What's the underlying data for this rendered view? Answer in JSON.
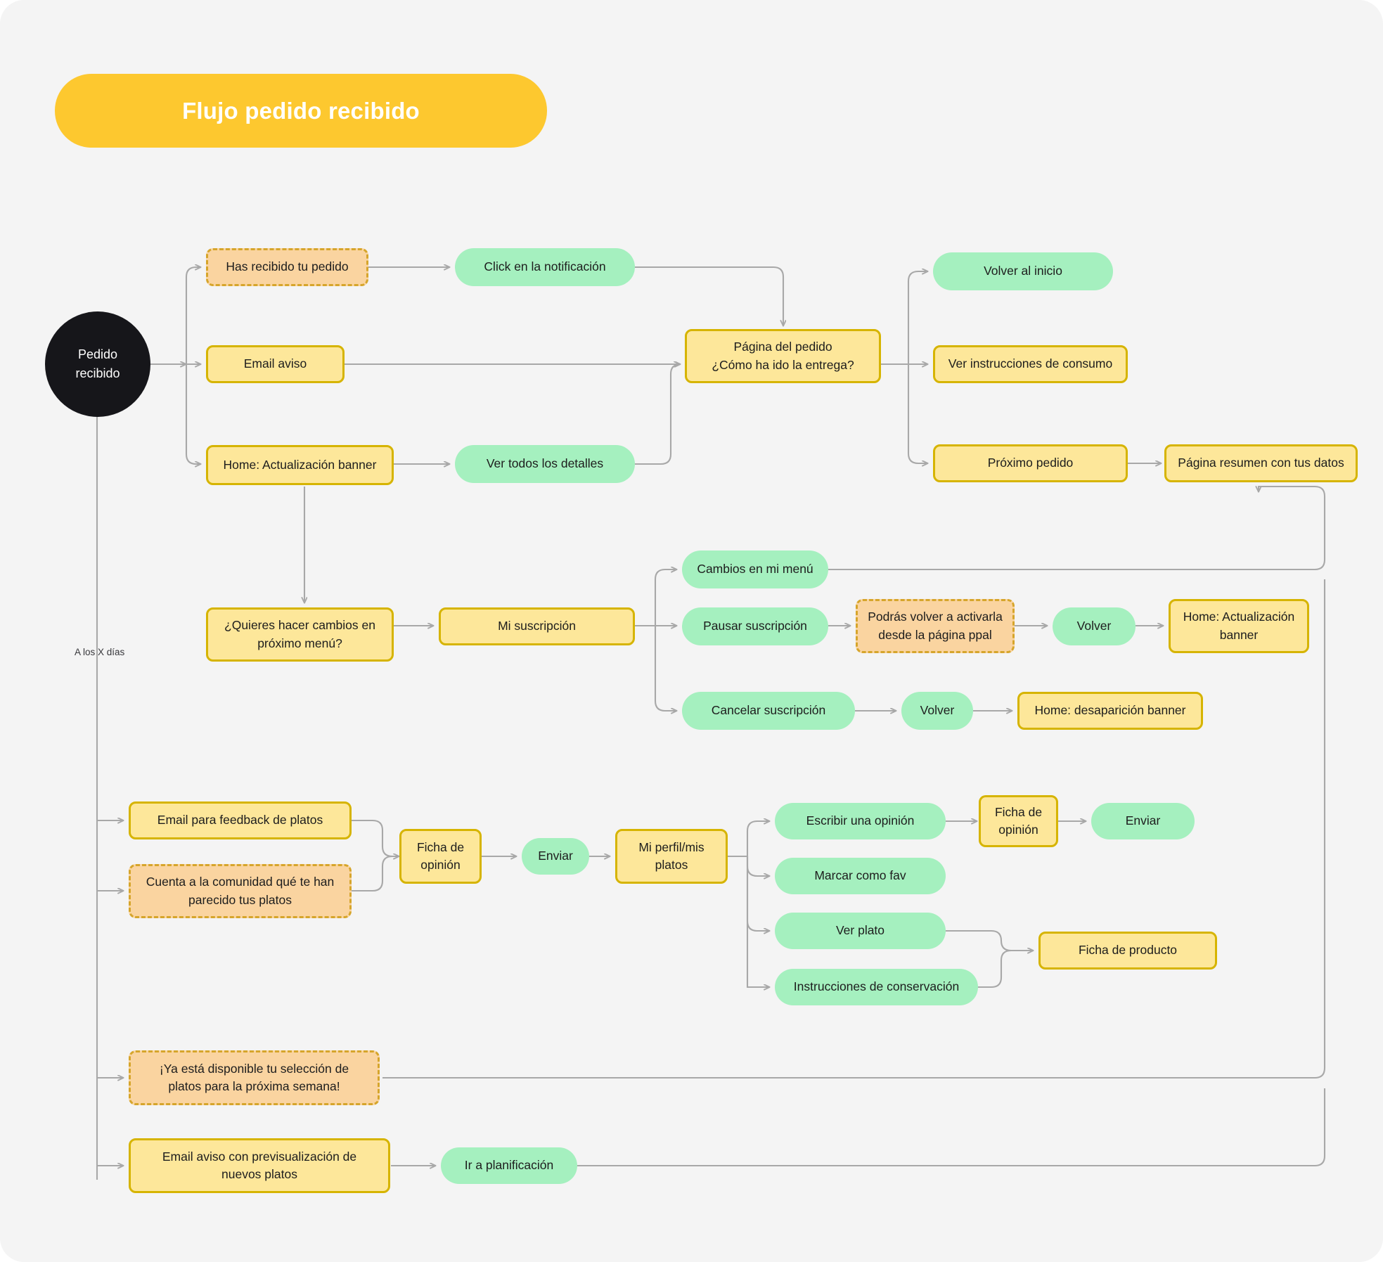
{
  "title": {
    "label": "Flujo pedido recibido"
  },
  "labels": {
    "delay": "A los X días"
  },
  "nodes": {
    "start": {
      "line1": "Pedido",
      "line2": "recibido"
    },
    "has_recibido": {
      "label": "Has recibido tu pedido"
    },
    "click_notificacion": {
      "label": "Click en la notificación"
    },
    "email_aviso": {
      "label": "Email aviso"
    },
    "home_banner": {
      "label": "Home: Actualización banner"
    },
    "ver_detalles": {
      "label": "Ver todos los detalles"
    },
    "pagina_pedido": {
      "line1": "Página del pedido",
      "line2": "¿Cómo ha ido la entrega?"
    },
    "volver_inicio": {
      "label": "Volver al inicio"
    },
    "ver_instrucciones": {
      "label": "Ver instrucciones de consumo"
    },
    "proximo_pedido": {
      "label": "Próximo pedido"
    },
    "pagina_resumen": {
      "label": "Página resumen con tus datos"
    },
    "quieres_cambios": {
      "line1": "¿Quieres hacer cambios en",
      "line2": "próximo menú?"
    },
    "mi_suscripcion": {
      "label": "Mi suscripción"
    },
    "cambios_menu": {
      "label": "Cambios en mi menú"
    },
    "pausar_suscripcion": {
      "label": "Pausar suscripción"
    },
    "podras_volver": {
      "line1": "Podrás volver a activarla",
      "line2": "desde la página ppal"
    },
    "volver_pausar": {
      "label": "Volver"
    },
    "home_banner_2": {
      "line1": "Home: Actualización",
      "line2": "banner"
    },
    "cancelar_suscripcion": {
      "label": "Cancelar suscripción"
    },
    "volver_cancelar": {
      "label": "Volver"
    },
    "home_desaparicion": {
      "label": "Home: desaparición banner"
    },
    "email_feedback": {
      "label": "Email para feedback de platos"
    },
    "cuenta_comunidad": {
      "line1": "Cuenta a la comunidad qué te han",
      "line2": "parecido tus platos"
    },
    "ficha_opinion_1": {
      "line1": "Ficha de",
      "line2": "opinión"
    },
    "enviar_1": {
      "label": "Enviar"
    },
    "mi_perfil": {
      "line1": "Mi perfil/mis",
      "line2": "platos"
    },
    "escribir_opinion": {
      "label": "Escribir una opinión"
    },
    "ficha_opinion_2": {
      "line1": "Ficha de",
      "line2": "opinión"
    },
    "enviar_2": {
      "label": "Enviar"
    },
    "marcar_fav": {
      "label": "Marcar como fav"
    },
    "ver_plato": {
      "label": "Ver plato"
    },
    "instrucciones_conservacion": {
      "label": "Instrucciones de conservación"
    },
    "ficha_producto": {
      "label": "Ficha de producto"
    },
    "ya_disponible": {
      "line1": "¡Ya está disponible tu selección de",
      "line2": "platos para la próxima semana!"
    },
    "email_previsualizacion": {
      "line1": "Email aviso con previsualización de",
      "line2": "nuevos platos"
    },
    "ir_planificacion": {
      "label": "Ir a planificación"
    }
  },
  "colors": {
    "canvas_bg": "#f4f4f4",
    "title_bg": "#fdc82f",
    "start_bg": "#16161a",
    "yellow_fill": "#fde79a",
    "yellow_border": "#d6b400",
    "orange_fill": "#fad4a0",
    "orange_border": "#d6a52b",
    "green_fill": "#a5f0bf",
    "edge_stroke": "#a8a8a8"
  }
}
